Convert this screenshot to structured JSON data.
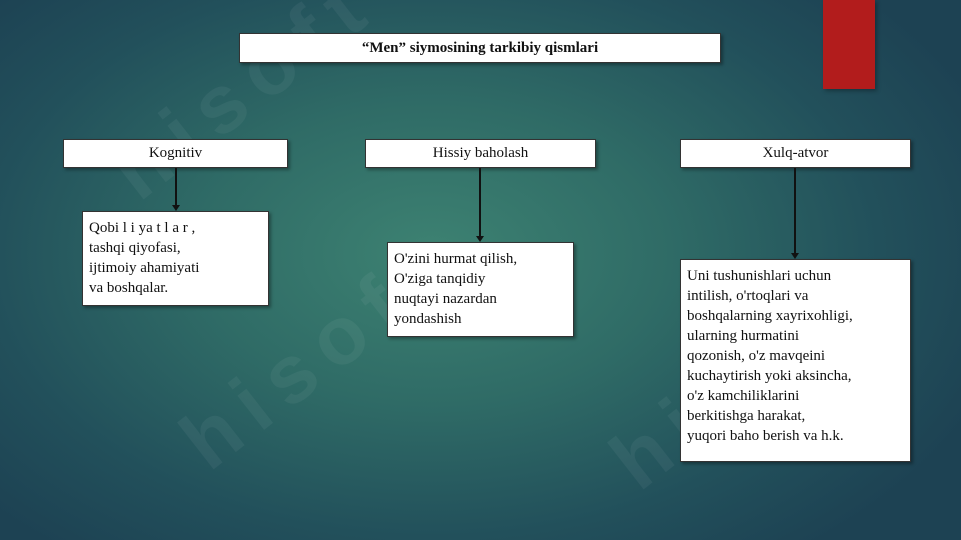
{
  "title": "“Men” siymosining tarkibiy qismlari",
  "categories": [
    {
      "label": "Kognitiv",
      "description": "Qobi l i ya t l a r ,\ntashqi qiyofasi,\nijtimoiy ahamiyati\nva boshqalar."
    },
    {
      "label": "Hissiy baholash",
      "description": "O'zini hurmat qilish,\nO'ziga tanqidiy\nnuqtayi nazardan\nyondashish"
    },
    {
      "label": "Xulq-atvor",
      "description": "Uni tushunishlari uchun\nintilish, o'rtoqlari va\nboshqalarning xayrixohligi,\nularning hurmatini\nqozonish, o'z mavqeini\nkuchaytirish yoki aksincha,\no'z kamchiliklarini\nberkitishga harakat,\nyuqori baho berish va h.k."
    }
  ],
  "colors": {
    "accent": "#b21c1c",
    "background": "#2f6b66"
  }
}
